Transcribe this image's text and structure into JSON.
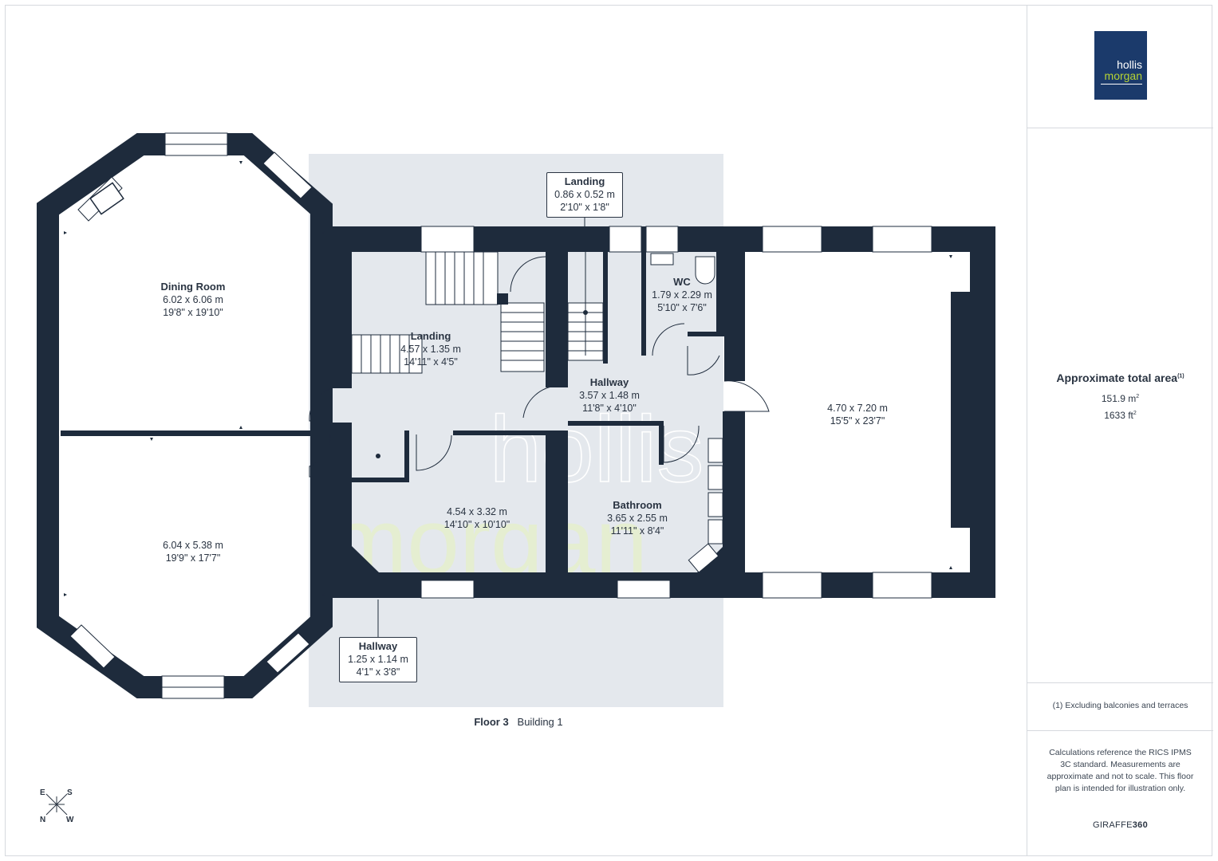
{
  "brand": {
    "logo_line1": "hollis",
    "logo_line2": "morgan",
    "watermark_line1": "hollis",
    "watermark_line2": "morgan",
    "footer_brand_a": "GIRAFFE",
    "footer_brand_b": "360"
  },
  "summary": {
    "title": "Approximate total area",
    "title_note": "(1)",
    "area_m2": "151.9 m",
    "area_ft2": "1633 ft",
    "superscript": "2",
    "footnote": "(1) Excluding balconies and terraces",
    "disclaimer": "Calculations reference the RICS IPMS 3C standard. Measurements are approximate and not to scale. This floor plan is intended for illustration only."
  },
  "floor": {
    "floor_label": "Floor 3",
    "building_label": "Building 1"
  },
  "rooms": {
    "dining": {
      "name": "Dining Room",
      "metric": "6.02 x 6.06 m",
      "imperial": "19'8\" x 19'10\""
    },
    "front_room": {
      "name": "",
      "metric": "6.04 x 5.38 m",
      "imperial": "19'9\" x 17'7\""
    },
    "landing_main": {
      "name": "Landing",
      "metric": "4.57 x 1.35 m",
      "imperial": "14'11\" x 4'5\""
    },
    "landing_small": {
      "name": "Landing",
      "metric": "0.86 x 0.52 m",
      "imperial": "2'10\" x 1'8\""
    },
    "wc": {
      "name": "WC",
      "metric": "1.79 x 2.29 m",
      "imperial": "5'10\" x 7'6\""
    },
    "hallway_mid": {
      "name": "Hallway",
      "metric": "3.57 x 1.48 m",
      "imperial": "11'8\" x 4'10\""
    },
    "room_mid": {
      "name": "",
      "metric": "4.54 x 3.32 m",
      "imperial": "14'10\" x 10'10\""
    },
    "bathroom": {
      "name": "Bathroom",
      "metric": "3.65 x 2.55 m",
      "imperial": "11'11\" x 8'4\""
    },
    "large_room": {
      "name": "",
      "metric": "4.70 x 7.20 m",
      "imperial": "15'5\" x 23'7\""
    },
    "hallway_small": {
      "name": "Hallway",
      "metric": "1.25 x 1.14 m",
      "imperial": "4'1\" x 3'8\""
    }
  },
  "compass": {
    "e": "E",
    "s": "S",
    "n": "N",
    "w": "W"
  },
  "colors": {
    "wall": "#1e2b3c",
    "hall_shade": "#e4e8ed",
    "logo_bg": "#1b3a6b",
    "logo_green": "#b5d334"
  }
}
